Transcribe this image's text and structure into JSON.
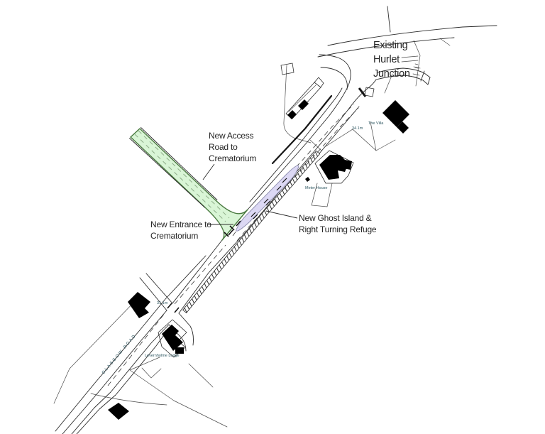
{
  "annotations": {
    "hurlet": {
      "lines": [
        "Existing",
        "Hurlet",
        "Junction"
      ]
    },
    "access_road": {
      "lines": [
        "New Access",
        "Road to",
        "Crematorium"
      ]
    },
    "entrance": {
      "lines": [
        "New Entrance to",
        "Crematorium"
      ]
    },
    "ghost_island": {
      "lines": [
        "New Ghost Island &",
        "Right Turning Refuge"
      ]
    }
  },
  "map_labels": {
    "the_villa": "The Villa",
    "spot_height_villa": "34.1m",
    "meter_house": "Meter House",
    "spot_height_junction": "31.1m",
    "levernholme_lodge": "Levernholme Lodge",
    "glasgow_road": "GLASGOW ROAD"
  },
  "colors": {
    "line": "#2b2b2b",
    "access_road_fill": "#d9f5d6",
    "access_road_edge": "#49793f",
    "access_road_centerline": "#8fae8a",
    "ghost_island_fill": "#dcd8f4",
    "ghost_island_edge": "#8c8cae",
    "building_fill": "#000000",
    "tiny_label": "#2d5661"
  }
}
